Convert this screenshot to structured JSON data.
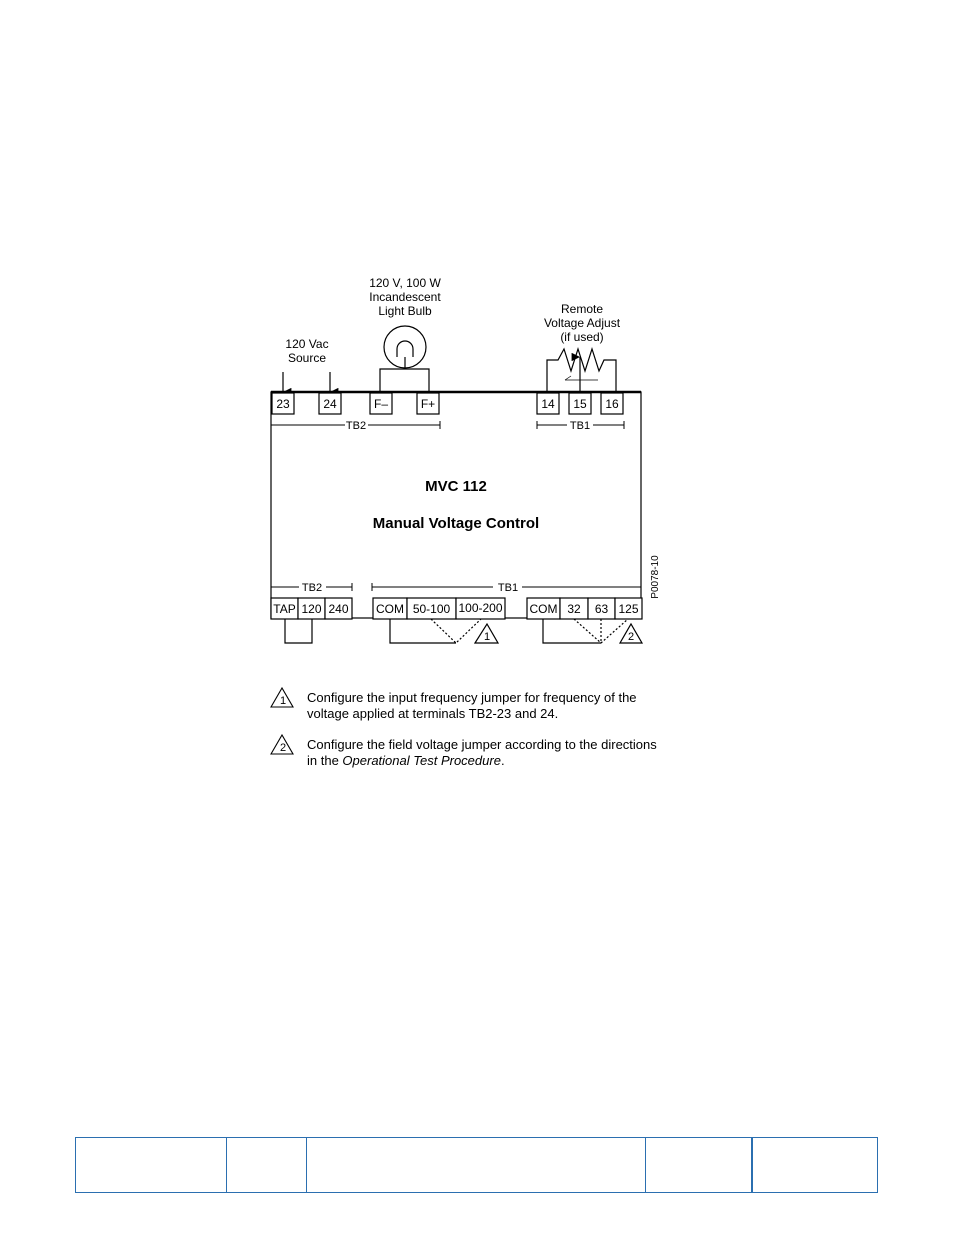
{
  "diagram": {
    "bulb_label": [
      "120 V, 100 W",
      "Incandescent",
      "Light Bulb"
    ],
    "source_label": [
      "120 Vac",
      "Source"
    ],
    "remote_label": [
      "Remote",
      "Voltage Adjust",
      "(if used)"
    ],
    "top_terminals": {
      "t23": "23",
      "t24": "24",
      "fminus": "F–",
      "fplus": "F+",
      "t14": "14",
      "t15": "15",
      "t16": "16"
    },
    "top_groups": {
      "tb2": "TB2",
      "tb1": "TB1"
    },
    "device_name": "MVC 112",
    "device_desc": "Manual Voltage Control",
    "part_number": "P0078-10",
    "bottom_groups": {
      "tb2": "TB2",
      "tb1": "TB1"
    },
    "bottom_terminals": {
      "tap": "TAP",
      "v120": "120",
      "v240": "240",
      "com1": "COM",
      "r50": "50-100",
      "r100": "100-200",
      "com2": "COM",
      "f32": "32",
      "f63": "63",
      "f125": "125"
    },
    "callouts": {
      "c1": "1",
      "c2": "2"
    }
  },
  "notes": [
    {
      "num": "1",
      "text_lines": [
        "Configure the input frequency jumper for frequency of the",
        "voltage applied at terminals TB2-23 and 24."
      ]
    },
    {
      "num": "2",
      "line1": "Configure the field voltage jumper according to the directions",
      "line2_prefix": "in the ",
      "line2_italic": "Operational Test Procedure",
      "line2_suffix": "."
    }
  ],
  "footer": {
    "border_color": "#2b6fb0"
  }
}
